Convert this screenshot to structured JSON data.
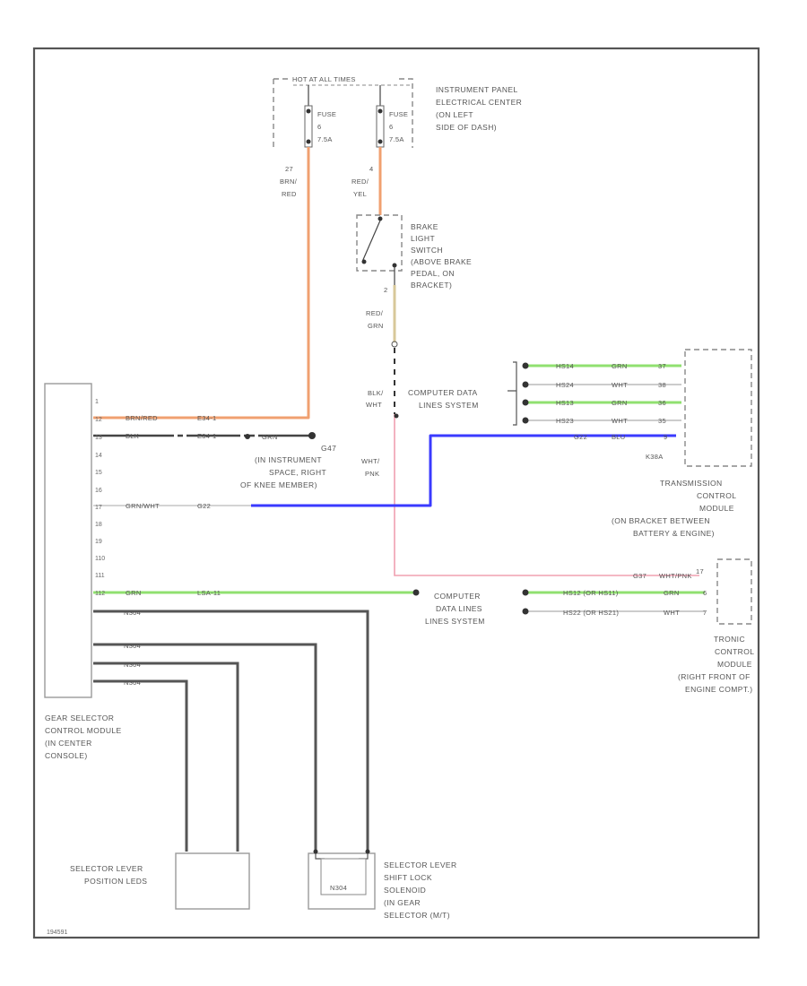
{
  "fuse_panel": {
    "header": "HOT AT ALL TIMES",
    "location": [
      "INSTRUMENT PANEL",
      "ELECTRICAL CENTER",
      "(ON LEFT",
      "SIDE OF DASH)"
    ],
    "fuse_a": [
      "FUSE",
      "6",
      "7.5A"
    ],
    "fuse_b": [
      "FUSE",
      "6",
      "7.5A"
    ]
  },
  "wires_top": {
    "left_pin": "27",
    "left_color": [
      "BRN/",
      "RED"
    ],
    "right_pin": "4",
    "right_color": [
      "RED/",
      "YEL"
    ]
  },
  "brake_switch": {
    "label": [
      "BRAKE",
      "LIGHT",
      "SWITCH",
      "(ABOVE BRAKE",
      "PEDAL, ON",
      "BRACKET)"
    ],
    "pin_out": "2",
    "out_color": [
      "RED/",
      "GRN"
    ]
  },
  "data_lines_top": {
    "color": [
      "BLK/",
      "WHT"
    ],
    "label": [
      "COMPUTER DATA",
      "LINES SYSTEM"
    ],
    "rows": [
      {
        "code": "HS14",
        "color": "GRN",
        "pin": "37"
      },
      {
        "code": "HS24",
        "color": "WHT",
        "pin": "38"
      },
      {
        "code": "HS13",
        "color": "GRN",
        "pin": "36"
      },
      {
        "code": "HS23",
        "color": "WHT",
        "pin": "35"
      }
    ],
    "blue_code": "G22",
    "blue_color": "BLU",
    "blue_pin": "9",
    "connector": "K38A"
  },
  "tcm": {
    "label": [
      "TRANSMISSION",
      "CONTROL",
      "MODULE",
      "(ON BRACKET BETWEEN",
      "BATTERY & ENGINE)"
    ]
  },
  "wht_pnk": {
    "color": [
      "WHT/",
      "PNK"
    ],
    "code": "G37",
    "end_color": "WHT/PNK",
    "pin": "17"
  },
  "gsm": {
    "label": [
      "GEAR SELECTOR",
      "CONTROL MODULE",
      "(IN CENTER",
      "CONSOLE)"
    ],
    "pins": [
      "1",
      "12",
      "13",
      "14",
      "15",
      "16",
      "17",
      "18",
      "19",
      "110",
      "111",
      "112"
    ],
    "row_brn_red": {
      "color": "BRN/RED",
      "code": "E34-1"
    },
    "row_blk": {
      "color": "BLK",
      "code": "E34-1"
    },
    "row_grn_wht": {
      "color": "GRN/WHT",
      "code": "G22"
    },
    "row_grn": {
      "color": "GRN",
      "code": "LSA-11"
    },
    "n_codes": [
      "N304",
      "N304",
      "N304",
      "N304"
    ]
  },
  "ground": {
    "color": "GRN",
    "name": "G47",
    "location": [
      "(IN INSTRUMENT",
      "SPACE, RIGHT",
      "OF KNEE MEMBER)"
    ]
  },
  "data_lines_bottom": {
    "label": [
      "COMPUTER",
      "DATA LINES",
      "LINES SYSTEM"
    ],
    "rows": [
      {
        "code": "HS12 (OR HS11)",
        "color": "GRN",
        "pin": "6"
      },
      {
        "code": "HS22 (OR HS21)",
        "color": "WHT",
        "pin": "7"
      }
    ]
  },
  "tronic": {
    "label": [
      "TRONIC",
      "CONTROL",
      "MODULE",
      "(RIGHT FRONT OF",
      "ENGINE COMPT.)"
    ]
  },
  "position_leds": {
    "label": [
      "SELECTOR LEVER",
      "POSITION LEDS"
    ]
  },
  "shift_lock": {
    "inner": "N304",
    "label": [
      "SELECTOR LEVER",
      "SHIFT LOCK",
      "SOLENOID",
      "(IN GEAR",
      "SELECTOR (M/T)"
    ]
  },
  "footer": {
    "id": "194591"
  },
  "colors": {
    "orange": "#f0a070",
    "green": "#90e070",
    "blue": "#3a3aff",
    "pink": "#f0a0b0",
    "tan": "#d8c89a",
    "dark": "#555555"
  }
}
